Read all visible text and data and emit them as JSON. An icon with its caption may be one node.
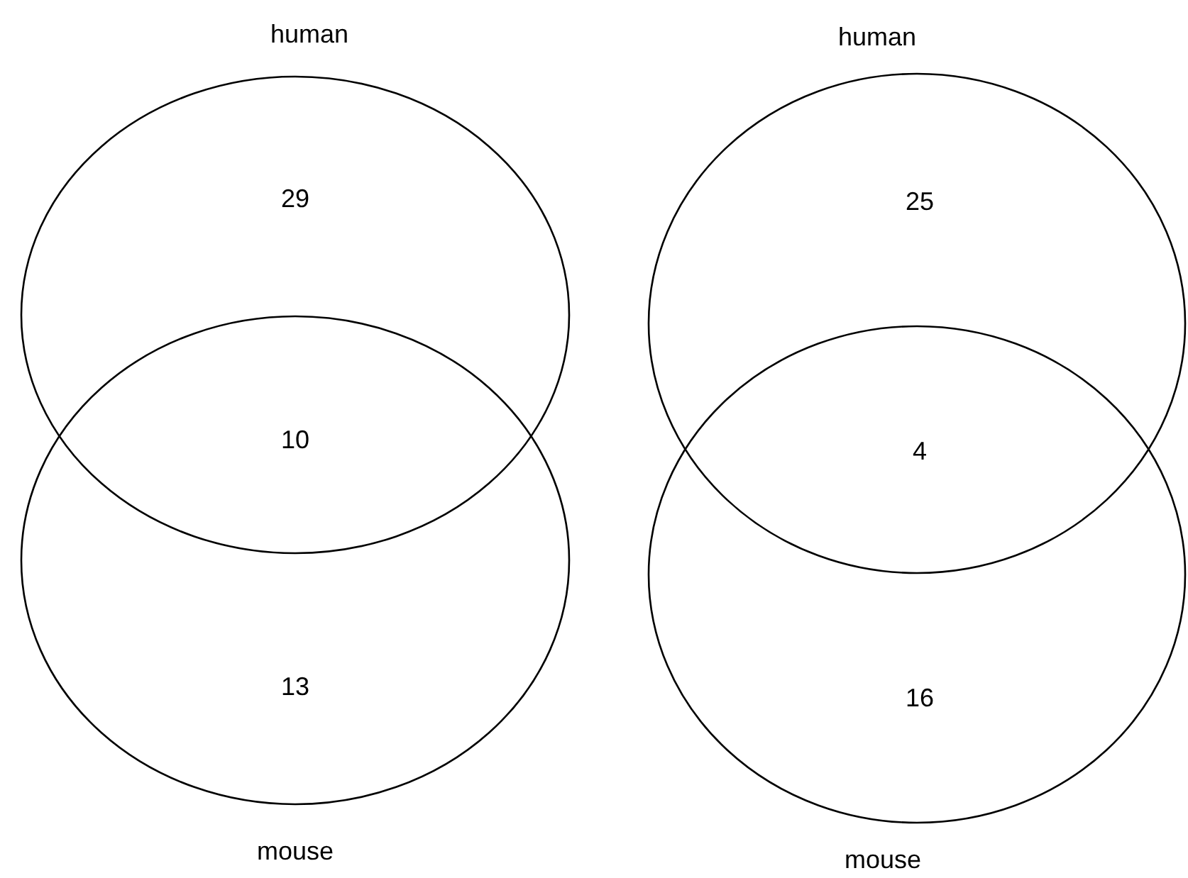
{
  "diagram": {
    "nodes": [
      {
        "text": [
          "human",
          "29"
        ]
      },
      {
        "text": [
          "13",
          "mouse"
        ]
      },
      {
        "text": [
          "human",
          "25"
        ]
      },
      {
        "text": [
          "16",
          "mouse"
        ]
      }
    ],
    "edges": [],
    "labels": [
      "10",
      "4"
    ]
  }
}
